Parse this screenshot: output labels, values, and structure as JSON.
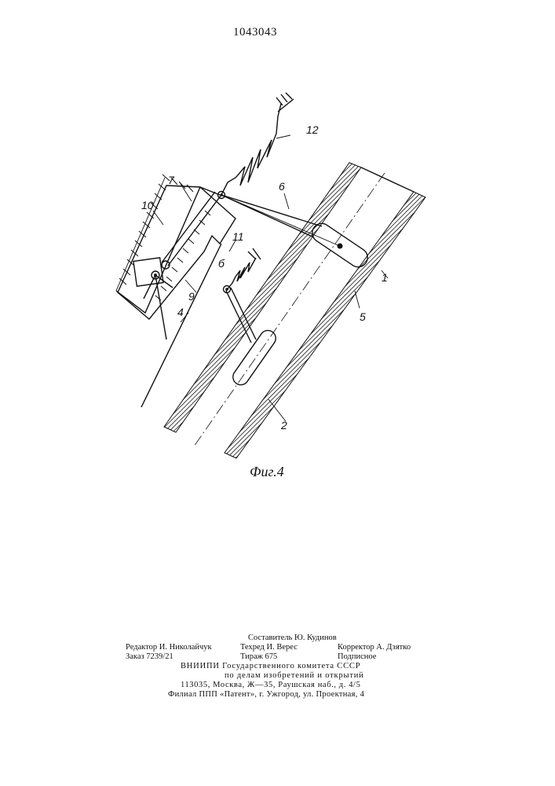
{
  "patent_number": "1043043",
  "figure": {
    "caption": "Фиг.4",
    "labels": {
      "l1": "1",
      "l2": "2",
      "l4": "4",
      "l5": "5",
      "l6": "6",
      "l7": "7",
      "l9": "9",
      "l10": "10",
      "l11": "11",
      "l12": "12",
      "lb": "б"
    }
  },
  "colophon": {
    "composer": "Составитель Ю. Кудинов",
    "editor": "Редактор И. Николайчук",
    "techred": "Техред И. Верес",
    "corrector": "Корректор А. Дзятко",
    "order": "Заказ 7239/21",
    "circulation": "Тираж 675",
    "subscription": "Подписное",
    "org1": "ВНИИПИ Государственного комитета СССР",
    "org2": "по делам изобретений и открытий",
    "address": "113035, Москва, Ж—35, Раушская наб., д. 4/5",
    "branch": "Филиал ППП «Патент», г. Ужгород, ул. Проектная, 4"
  }
}
